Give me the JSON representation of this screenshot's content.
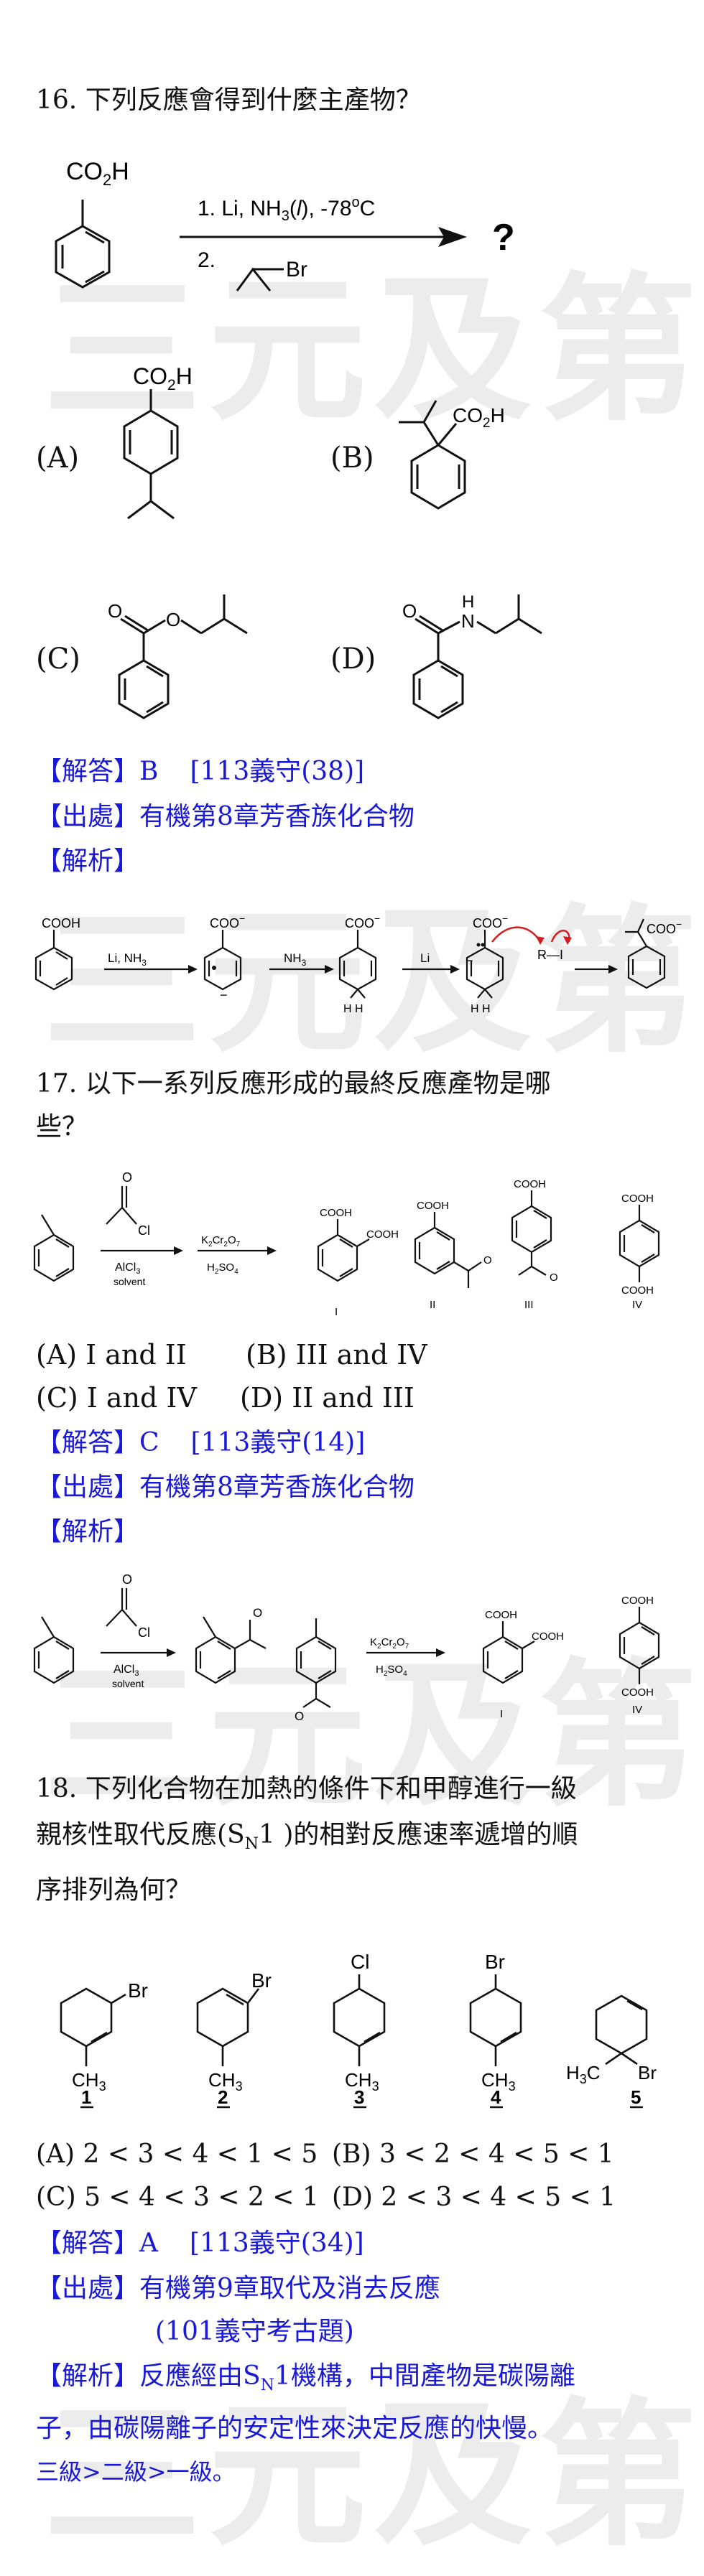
{
  "watermark": "三元及第",
  "q16": {
    "text": "16. 下列反應會得到什麼主產物？",
    "reagent1": "1. Li, NH",
    "reagent1_sub": "3",
    "reagent1_b": "(",
    "reagent1_l": "l",
    "reagent1_c": "), -78",
    "reagent1_deg": "o",
    "reagent1_end": "C",
    "reagent2": "2.",
    "product_mark": "?",
    "co2h": "CO",
    "co2h_sub": "2",
    "co2h_h": "H",
    "br": "Br",
    "opt_a": "(A)",
    "opt_b": "(B)",
    "opt_c": "(C)",
    "opt_d": "(D)",
    "answer_label": "【解答】B",
    "answer_ref": "[113義守(38)]",
    "source": "【出處】有機第8章芳香族化合物",
    "analysis": "【解析】",
    "mech_cooh": "COOH",
    "mech_coo": "COO",
    "mech_minus": "−",
    "mech_r1": "Li, NH",
    "mech_r1_sub": "3",
    "mech_r2": "NH",
    "mech_r2_sub": "3",
    "mech_r3": "Li",
    "mech_hh": "H  H",
    "mech_ri": "R—I",
    "o": "O",
    "n": "N",
    "h": "H"
  },
  "q17": {
    "text_line1": "17. 以下一系列反應形成的最終反應產物是哪",
    "text_line2": "些？",
    "cl": "Cl",
    "alcl3": "AlCl",
    "alcl3_sub": "3",
    "solvent": "solvent",
    "k2cr2o7": "K",
    "k2cr2o7_rest": "Cr",
    "k2cr2o7_o": "O",
    "sub2": "2",
    "sub7": "7",
    "h2so4": "H",
    "h2so4_rest": "SO",
    "sub4": "4",
    "cooh": "COOH",
    "o": "O",
    "roman": [
      "I",
      "II",
      "III",
      "IV"
    ],
    "opt_a": "(A) I and II",
    "opt_b": "(B) III and IV",
    "opt_c": "(C) I and IV",
    "opt_d": "(D) II and III",
    "answer_label": "【解答】C",
    "answer_ref": "[113義守(14)]",
    "source": "【出處】有機第8章芳香族化合物",
    "analysis": "【解析】"
  },
  "q18": {
    "text_line1": "18. 下列化合物在加熱的條件下和甲醇進行一級",
    "text_line2a": "親核性取代反應(S",
    "text_line2_sub": "N",
    "text_line2b": "1 )的相對反應速率遞增的順",
    "text_line3": "序排列為何？",
    "br": "Br",
    "cl": "Cl",
    "ch3": "CH",
    "ch3_sub": "3",
    "h3c": "H",
    "h3c_sub": "3",
    "h3c_c": "C",
    "nums": [
      "1",
      "2",
      "3",
      "4",
      "5"
    ],
    "opt_a": "(A) 2 < 3 < 4 < 1 < 5",
    "opt_b": "(B) 3 < 2 < 4 < 5 < 1",
    "opt_c": "(C) 5 < 4 < 3 < 2 < 1",
    "opt_d": "(D) 2 < 3 < 4 < 5 < 1",
    "answer_label": "【解答】A",
    "answer_ref": "[113義守(34)]",
    "source": "【出處】有機第9章取代及消去反應",
    "source2": "(101義守考古題)",
    "analysis_a": "【解析】反應經由S",
    "analysis_sub": "N",
    "analysis_b": "1機構，中間產物是碳陽離",
    "analysis_line2": "子，由碳陽離子的安定性來決定反應的快慢。",
    "analysis_line3": "三級>二級>一級。"
  }
}
